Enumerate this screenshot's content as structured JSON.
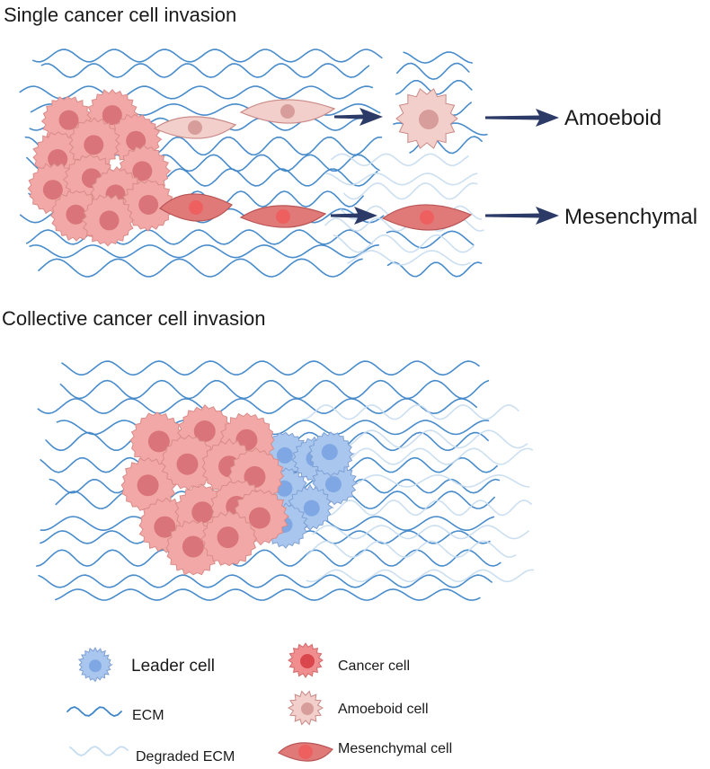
{
  "headings": {
    "single": "Single cancer cell invasion",
    "collective": "Collective cancer cell invasion"
  },
  "outcomes": {
    "amoeboid": "Amoeboid",
    "mesenchymal": "Mesenchymal"
  },
  "legend": {
    "leader_cell": "Leader cell",
    "cancer_cell": "Cancer cell",
    "ecm": "ECM",
    "amoeboid_cell": "Amoeboid cell",
    "degraded_ecm": "Degraded ECM",
    "mesenchymal_cell": "Mesenchymal cell"
  },
  "colors": {
    "ecm": "#3f86c8",
    "degraded_ecm": "#c6dcef",
    "cancer_cell_fill": "#f2a8a6",
    "cancer_cell_nucleus": "#d9757a",
    "leader_cell_fill": "#a9c6ee",
    "leader_cell_nucleus": "#7fa7e3",
    "amoeboid_fill": "#f2cfcb",
    "amoeboid_nucleus": "#d79d9b",
    "mesenchymal_fill": "#e07a78",
    "mesenchymal_nucleus": "#ee5f60",
    "arrow": "#2b3a66"
  }
}
